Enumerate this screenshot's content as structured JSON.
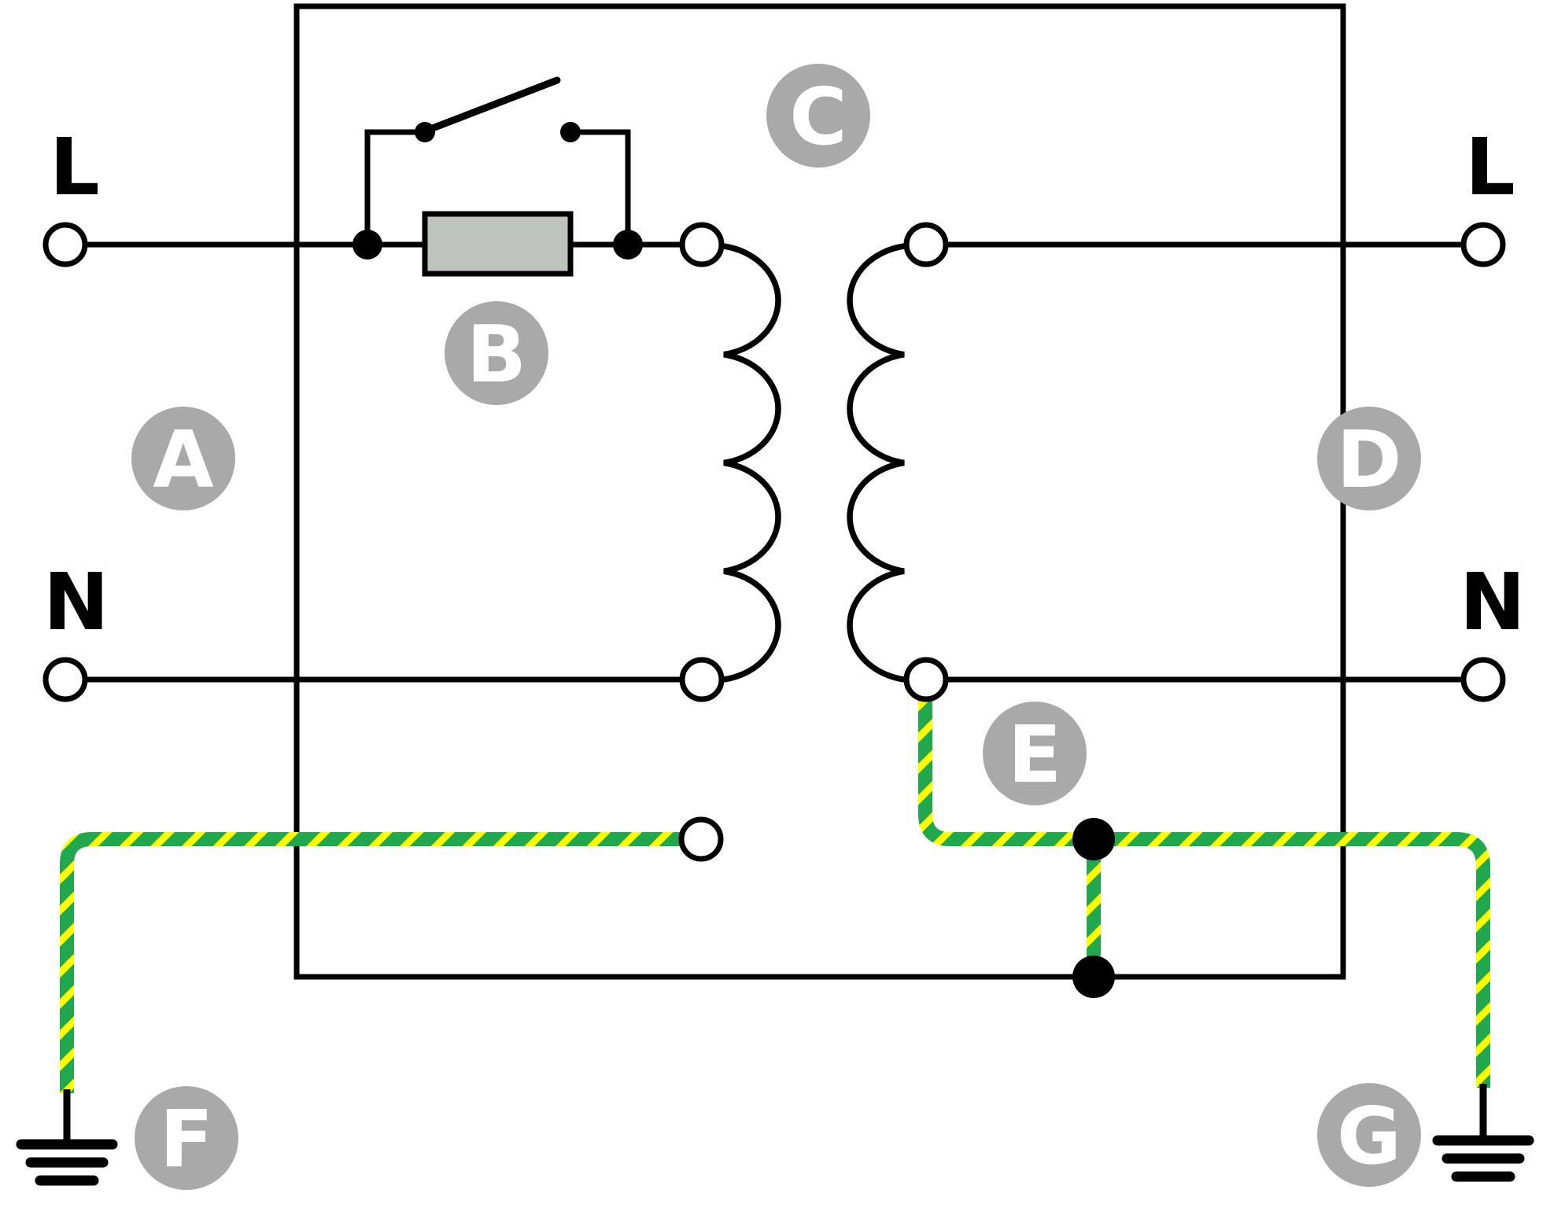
{
  "diagram": {
    "title": "isolation-transformer-earthing-diagram",
    "background": "#ffffff",
    "line_color": "#000000",
    "earth_wire": {
      "green": "#21a84e",
      "yellow": "#ffff00"
    },
    "label_badge": {
      "fill": "#a9a9a9",
      "text_color": "#ffffff"
    },
    "fuse_fill": "#bfc3bd",
    "terminals": {
      "left_live": "L",
      "left_neutral": "N",
      "right_live": "L",
      "right_neutral": "N"
    },
    "letters": {
      "A": "A",
      "B": "B",
      "C": "C",
      "D": "D",
      "E": "E",
      "F": "F",
      "G": "G"
    }
  }
}
